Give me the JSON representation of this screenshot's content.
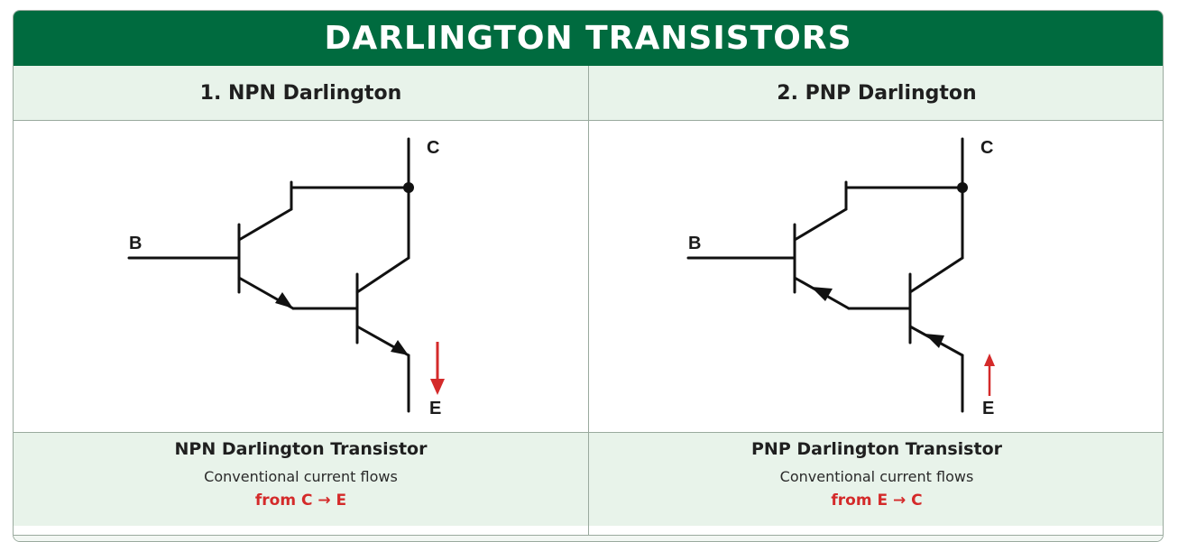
{
  "title": "DARLINGTON TRANSISTORS",
  "panels": [
    {
      "heading": "1. NPN Darlington",
      "pins": {
        "collector": "C",
        "base": "B",
        "emitter": "E"
      },
      "caption_title": "NPN Darlington Transistor",
      "caption_sub": "Conventional current flows",
      "caption_flow": "from C → E"
    },
    {
      "heading": "2. PNP Darlington",
      "pins": {
        "collector": "C",
        "base": "B",
        "emitter": "E"
      },
      "caption_title": "PNP Darlington Transistor",
      "caption_sub": "Conventional current flows",
      "caption_flow": "from E → C"
    }
  ],
  "colors": {
    "banner": "#006b3f",
    "panel_bg": "#e8f3ea",
    "current_arrow": "#d42a2a",
    "wire": "#111111"
  }
}
